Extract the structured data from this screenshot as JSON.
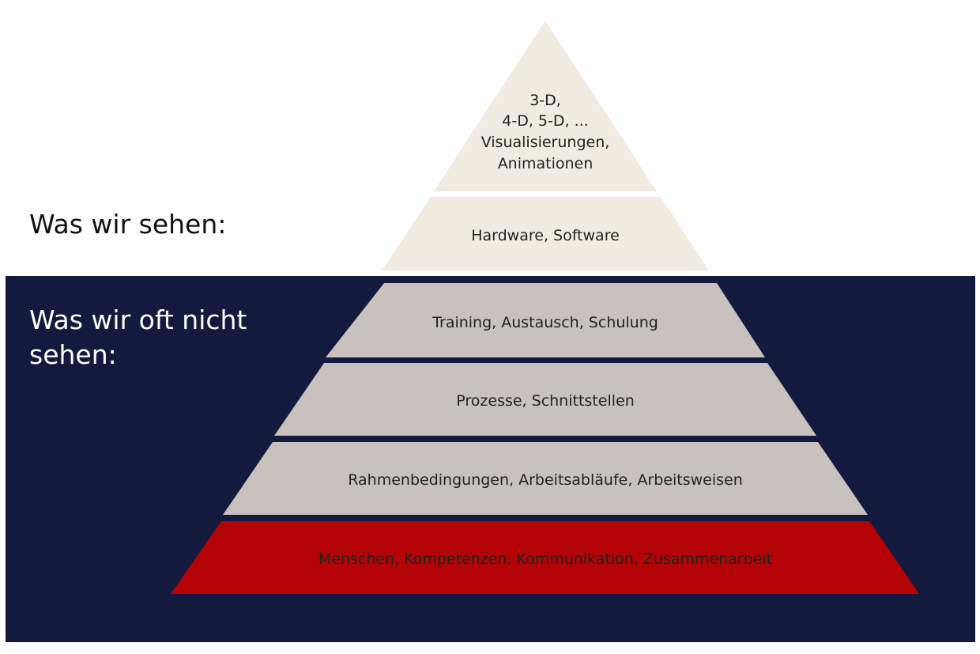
{
  "labels": {
    "seen": "Was wir sehen:",
    "unseen": "Was wir oft nicht sehen:"
  },
  "colors": {
    "background": "#ffffff",
    "hidden_panel": "#131a3e",
    "visible_tier": "#f2ebe2",
    "hidden_tier": "#c8c1bd",
    "base_tier": "#b40307"
  },
  "pyramid": {
    "tiers": [
      {
        "lines": [
          "3-D,",
          "4-D, 5-D, ...",
          "Visualisierungen,",
          "Animationen"
        ],
        "visibility": "visible"
      },
      {
        "lines": [
          "Hardware, Software"
        ],
        "visibility": "visible"
      },
      {
        "lines": [
          "Training, Austausch, Schulung"
        ],
        "visibility": "hidden"
      },
      {
        "lines": [
          "Prozesse, Schnittstellen"
        ],
        "visibility": "hidden"
      },
      {
        "lines": [
          "Rahmenbedingungen, Arbeitsabläufe, Arbeitsweisen"
        ],
        "visibility": "hidden"
      },
      {
        "lines": [
          "Menschen, Kompetenzen, Kommunikation, Zusammenarbeit"
        ],
        "visibility": "base"
      }
    ]
  }
}
